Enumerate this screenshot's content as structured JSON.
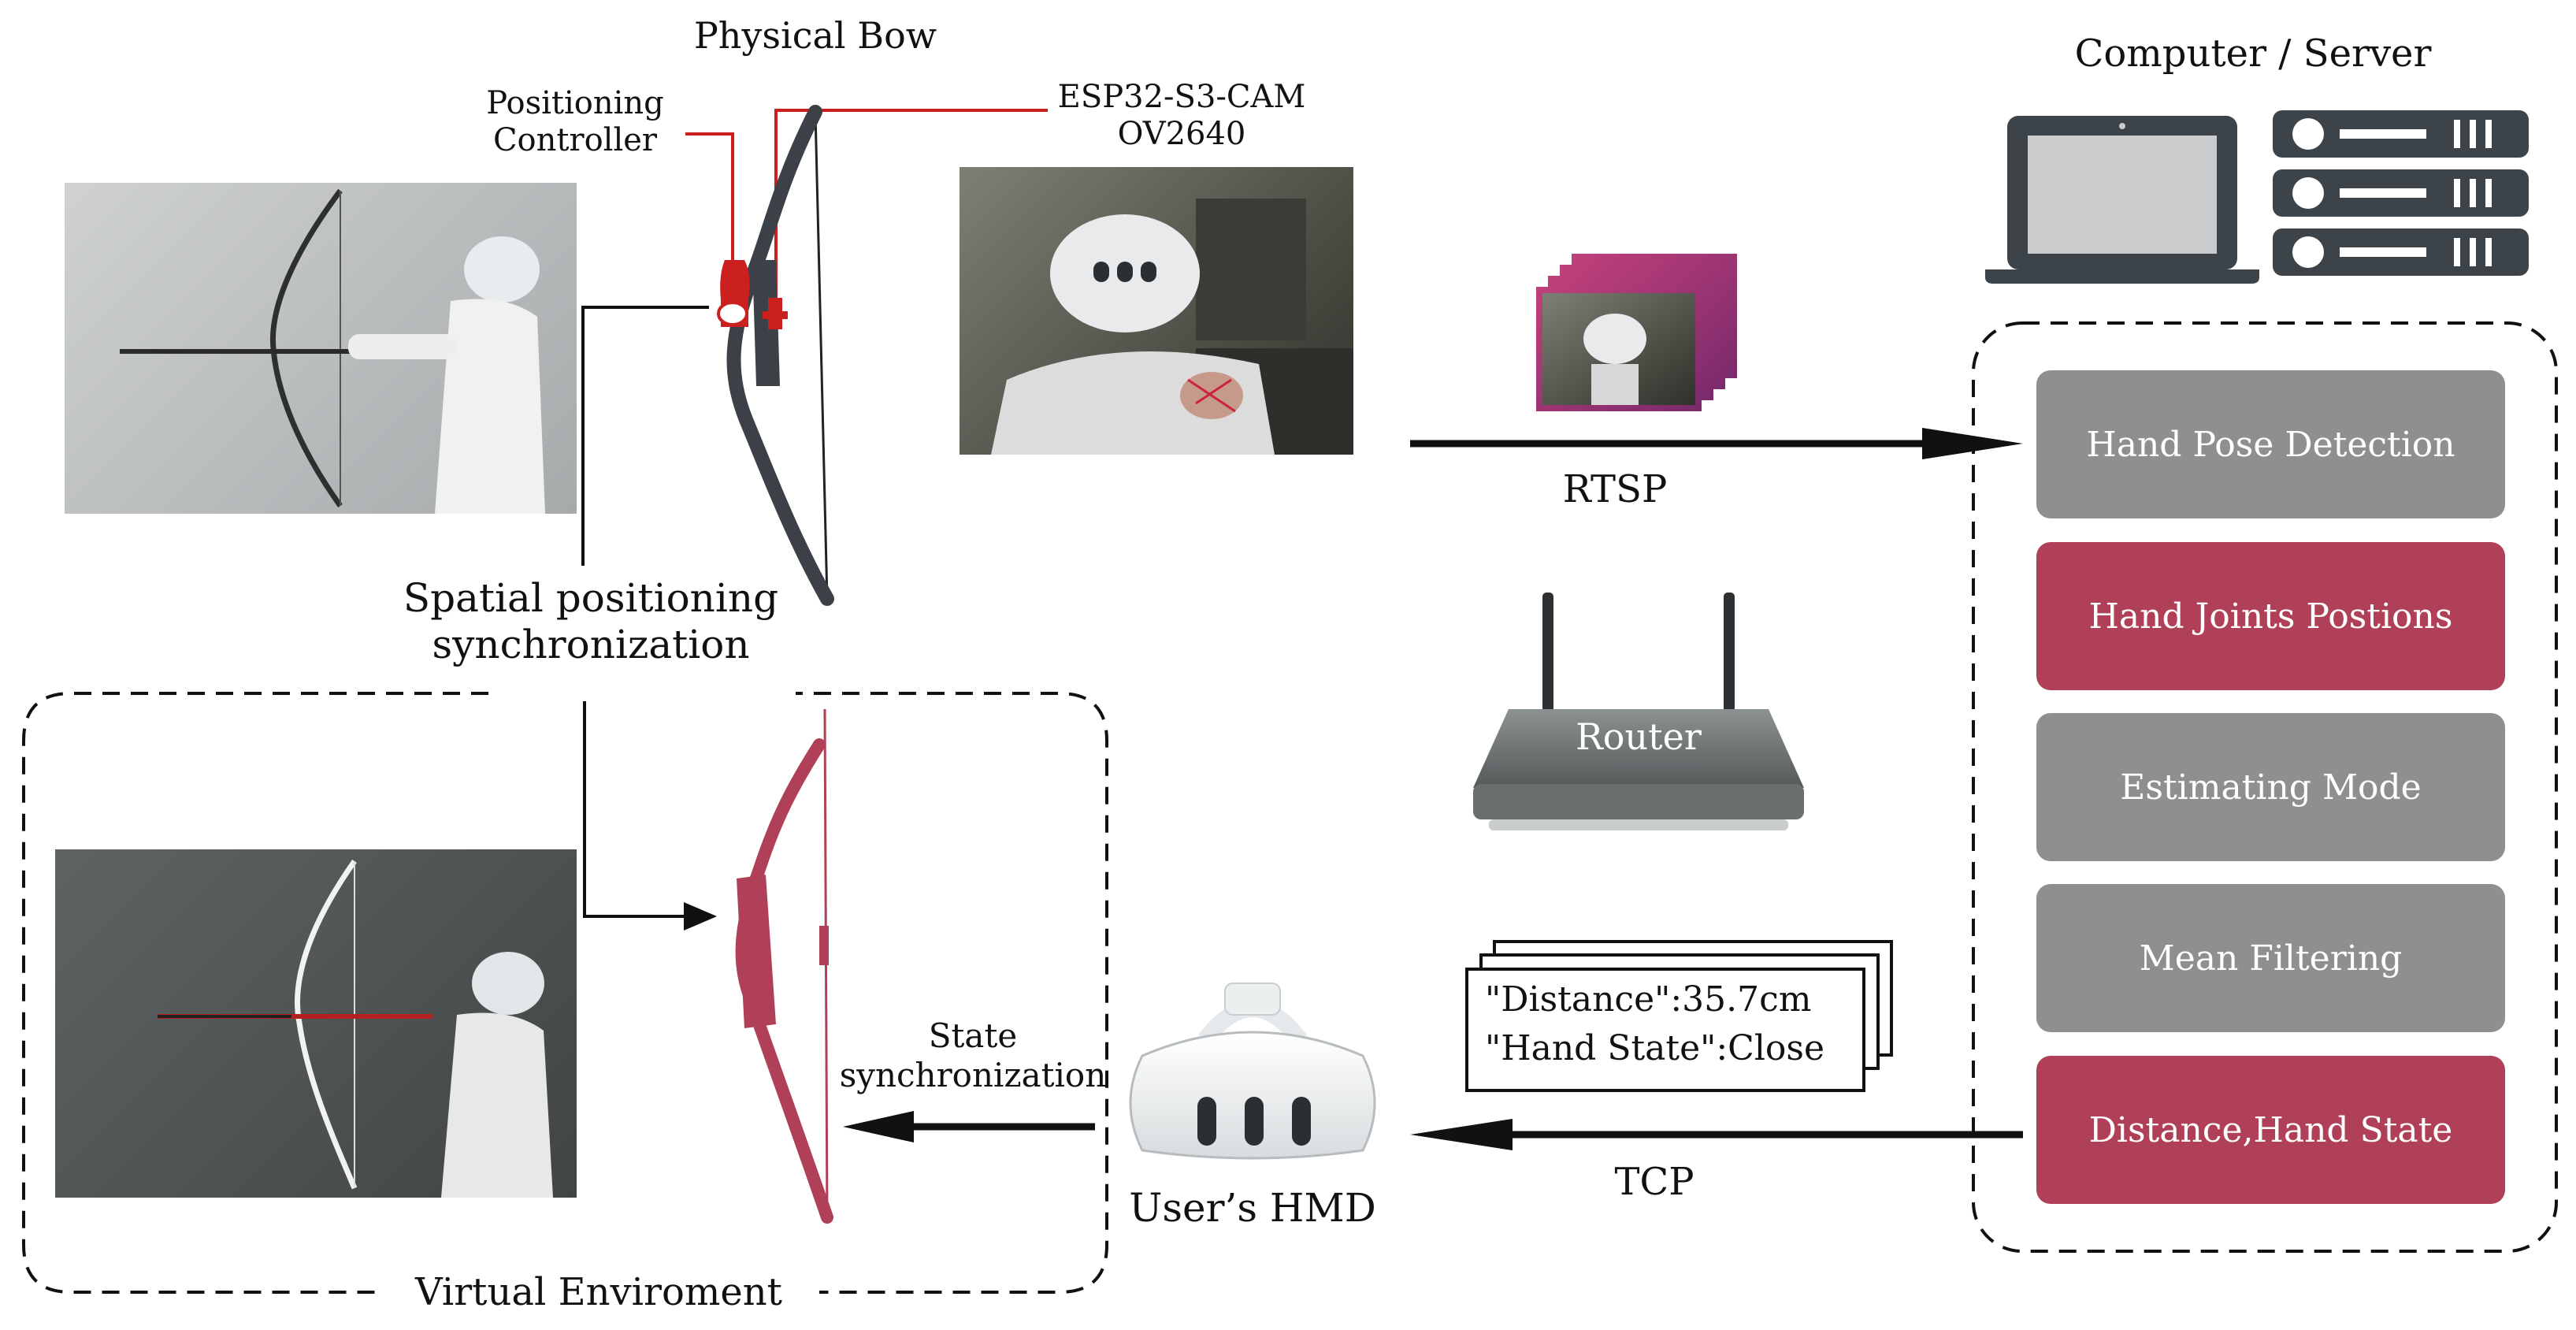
{
  "labels": {
    "physical_bow": "Physical Bow",
    "positioning_controller": [
      "Positioning",
      "Controller"
    ],
    "camera_module": [
      "ESP32-S3-CAM",
      "OV2640"
    ],
    "computer_server": "Computer / Server",
    "rtsp": "RTSP",
    "tcp": "TCP",
    "router": "Router",
    "spatial_sync": [
      "Spatial positioning",
      "synchronization"
    ],
    "state_sync": [
      "State",
      "synchronization"
    ],
    "users_hmd": "User’s HMD",
    "virtual_environment": "Virtual Enviroment"
  },
  "pipeline": [
    {
      "label": "Hand Pose Detection",
      "color": "#8f8f8f"
    },
    {
      "label": "Hand Joints Postions",
      "color": "#b04058"
    },
    {
      "label": "Estimating Mode",
      "color": "#8f8f8f"
    },
    {
      "label": "Mean Filtering",
      "color": "#8f8f8f"
    },
    {
      "label": "Distance,Hand State",
      "color": "#b04058"
    }
  ],
  "message": {
    "line1": "\"Distance\":35.7cm",
    "line2": "\"Hand State\":Close"
  },
  "colors": {
    "accent_red": "#b04058",
    "pipeline_gray": "#8f8f8f",
    "bow_dark": "#3c4147",
    "controller_red": "#cc1f1f",
    "device_dark": "#3d4449"
  }
}
